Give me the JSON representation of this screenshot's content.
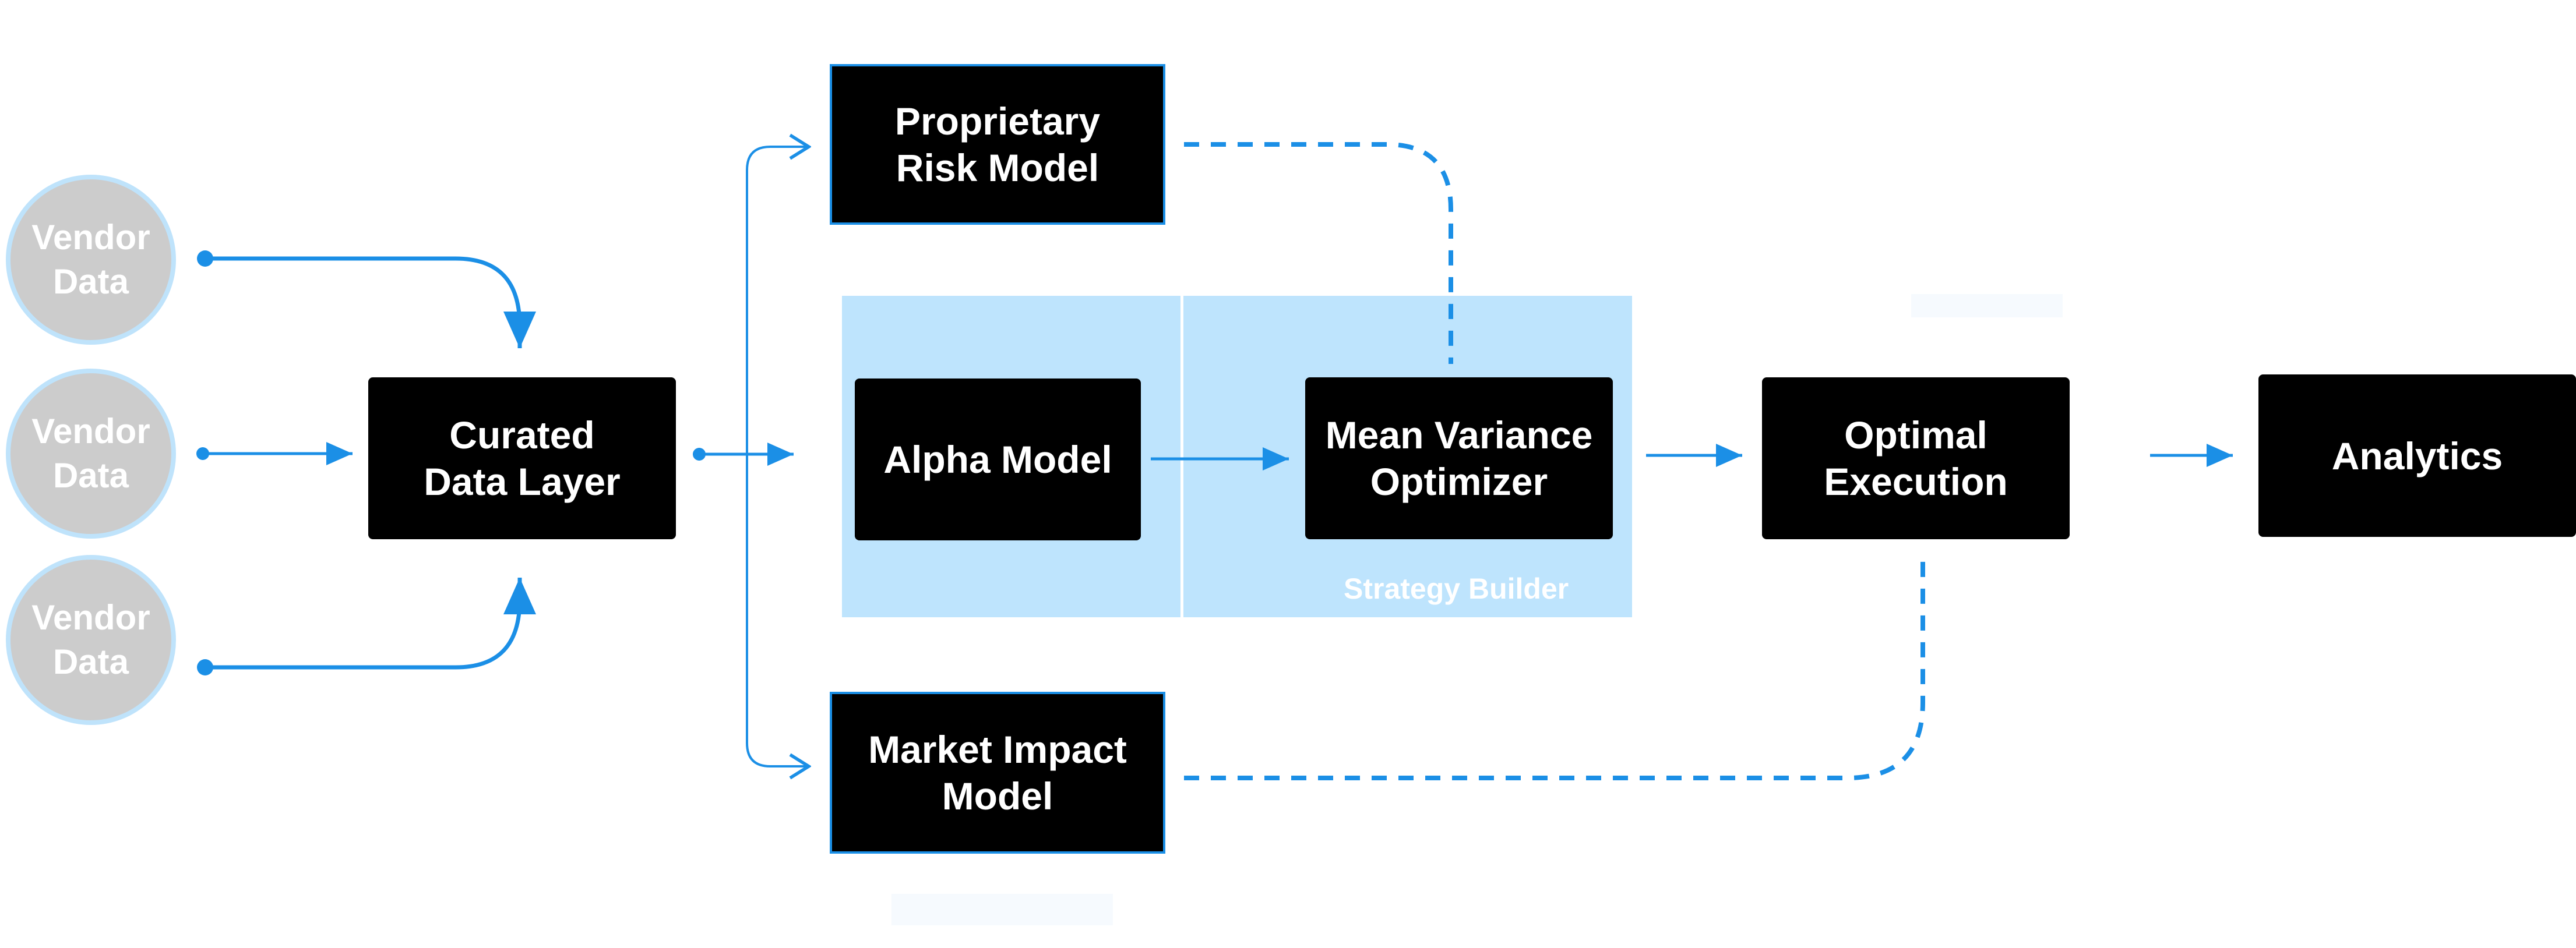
{
  "vendors": [
    {
      "label": "Vendor\nData"
    },
    {
      "label": "Vendor\nData"
    },
    {
      "label": "Vendor\nData"
    }
  ],
  "nodes": {
    "curated": "Curated\nData Layer",
    "risk": "Proprietary\nRisk Model",
    "alpha": "Alpha Model",
    "optimizer": "Mean Variance\nOptimizer",
    "execution": "Optimal\nExecution",
    "analytics": "Analytics",
    "impact": "Market Impact\nModel"
  },
  "groups": {
    "strategy_builder": "Strategy Builder"
  },
  "colors": {
    "connector": "#1b8fe6",
    "box_fill": "#000000",
    "box_text": "#ffffff",
    "panel_fill": "#bee4fd",
    "vendor_fill": "#cccccc",
    "vendor_ring": "#bfe3fb"
  }
}
